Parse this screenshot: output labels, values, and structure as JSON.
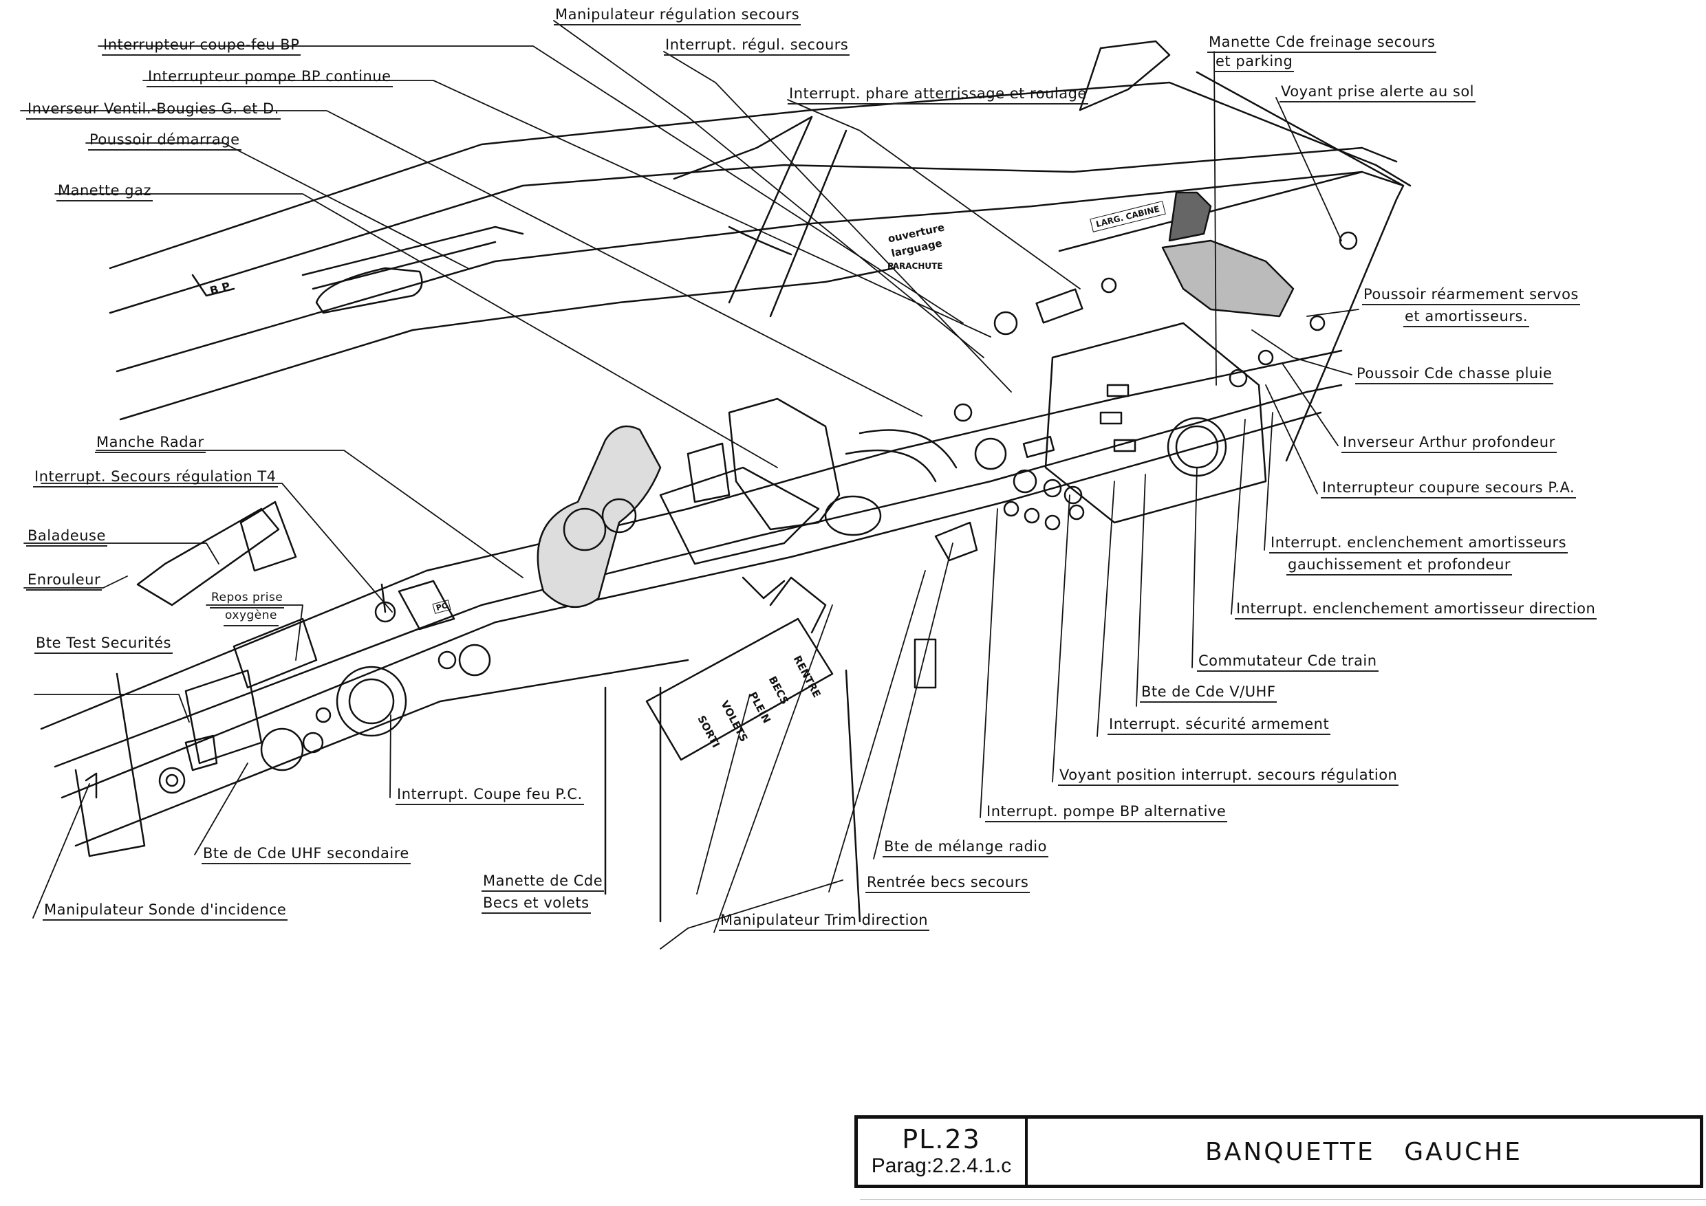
{
  "title_block": {
    "plate": "PL.23",
    "paragraph": "Parag:2.2.4.1.c",
    "title": "BANQUETTE   GAUCHE"
  },
  "callouts": [
    {
      "id": "manipulateur-regulation-secours",
      "text": "Manipulateur régulation secours"
    },
    {
      "id": "interrupteur-coupe-feu-bp",
      "text": "Interrupteur coupe-feu BP"
    },
    {
      "id": "interrupt-regul-secours",
      "text": "Interrupt. régul. secours"
    },
    {
      "id": "interrupteur-pompe-bp-continue",
      "text": "Interrupteur pompe BP continue"
    },
    {
      "id": "interrupt-phare",
      "text": "Interrupt. phare atterrissage et roulage"
    },
    {
      "id": "inverseur-ventil-bougies",
      "text": "Inverseur Ventil.-Bougies G. et D."
    },
    {
      "id": "poussoir-demarrage",
      "text": "Poussoir démarrage"
    },
    {
      "id": "manette-gaz",
      "text": "Manette gaz"
    },
    {
      "id": "manette-freinage",
      "text": "Manette Cde freinage secours",
      "text2": "et parking"
    },
    {
      "id": "voyant-prise-alerte",
      "text": "Voyant prise alerte au sol"
    },
    {
      "id": "poussoir-rearmement",
      "text": "Poussoir réarmement servos",
      "text2": "et amortisseurs."
    },
    {
      "id": "poussoir-chasse-pluie",
      "text": "Poussoir Cde chasse pluie"
    },
    {
      "id": "inverseur-arthur",
      "text": "Inverseur Arthur profondeur"
    },
    {
      "id": "interrupteur-coupure-pa",
      "text": "Interrupteur coupure secours P.A."
    },
    {
      "id": "interrupt-amortisseurs",
      "text": "Interrupt. enclenchement amortisseurs",
      "text2": "gauchissement et profondeur"
    },
    {
      "id": "interrupt-amortisseur-direction",
      "text": "Interrupt. enclenchement amortisseur direction"
    },
    {
      "id": "commutateur-train",
      "text": "Commutateur Cde train"
    },
    {
      "id": "bte-vuhf",
      "text": "Bte de Cde V/UHF"
    },
    {
      "id": "interrupt-securite-armement",
      "text": "Interrupt. sécurité armement"
    },
    {
      "id": "voyant-position",
      "text": "Voyant position interrupt. secours régulation"
    },
    {
      "id": "interrupt-pompe-bp-alternative",
      "text": "Interrupt. pompe BP alternative"
    },
    {
      "id": "bte-melange-radio",
      "text": "Bte de mélange radio"
    },
    {
      "id": "rentree-becs-secours",
      "text": "Rentrée becs secours"
    },
    {
      "id": "manipulateur-trim",
      "text": "Manipulateur Trim direction"
    },
    {
      "id": "manette-becs-volets",
      "text": "Manette de Cde",
      "text2": "Becs et volets"
    },
    {
      "id": "interrupt-coupe-feu-pc",
      "text": "Interrupt. Coupe feu P.C."
    },
    {
      "id": "bte-uhf-secondaire",
      "text": "Bte de Cde UHF secondaire"
    },
    {
      "id": "manipulateur-sonde",
      "text": "Manipulateur Sonde d'incidence"
    },
    {
      "id": "manche-radar",
      "text": "Manche Radar"
    },
    {
      "id": "interrupt-secours-t4",
      "text": "Interrupt. Secours régulation T4"
    },
    {
      "id": "baladeuse",
      "text": "Baladeuse"
    },
    {
      "id": "enrouleur",
      "text": "Enrouleur"
    },
    {
      "id": "repos-prise-oxygene",
      "text": "Repos prise",
      "text2": "oxygène"
    },
    {
      "id": "bte-test-securites",
      "text": "Bte Test Securités"
    }
  ],
  "placards": {
    "parachute_1": "ouverture",
    "parachute_2": "larguage",
    "parachute_3": "PARACHUTE",
    "larg_cabine": "LARG. CABINE",
    "flap_rentre": "RENTRE",
    "flap_becs": "BECS",
    "flap_plein": "PLEIN",
    "flap_volets": "VOLETS",
    "flap_sorti": "SORTI",
    "pc_tag": "PC",
    "bp_tag": "B P"
  }
}
